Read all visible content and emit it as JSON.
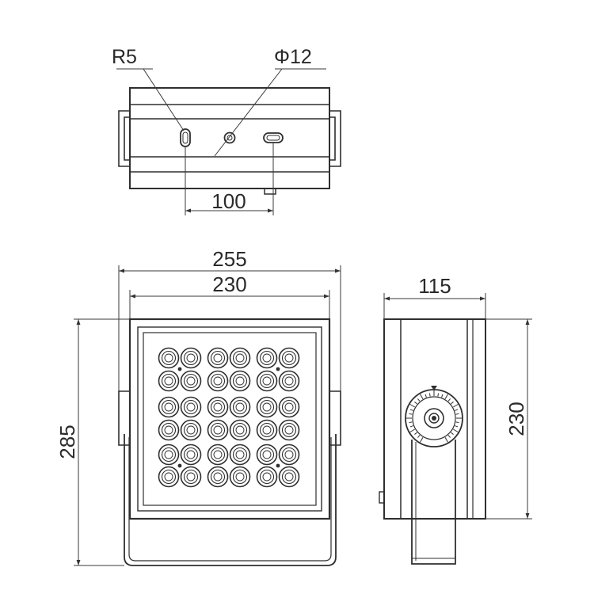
{
  "labels": {
    "slot_radius": "R5",
    "hole_diameter": "Φ12",
    "hole_spacing": "100",
    "overall_width": "255",
    "housing_width": "230",
    "side_depth": "115",
    "side_height": "230",
    "overall_height": "285"
  },
  "front_view": {
    "led_rows": 6,
    "led_cols": 6
  },
  "colors": {
    "line": "#2f2f2f",
    "background": "#ffffff"
  }
}
